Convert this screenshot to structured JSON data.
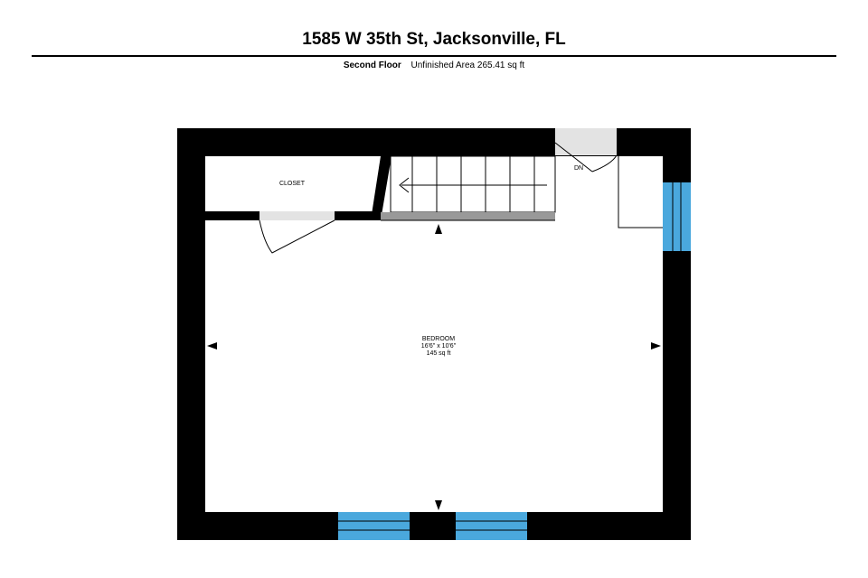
{
  "header": {
    "address": "1585 W 35th St, Jacksonville, FL"
  },
  "subheader": {
    "floor": "Second Floor",
    "area_text": "Unfinished Area 265.41 sq ft"
  },
  "plan": {
    "rooms": {
      "closet": {
        "name": "CLOSET"
      },
      "bedroom": {
        "name": "BEDROOM",
        "dimensions": "16'6\" x 10'6\"",
        "area": "145 sq ft"
      }
    },
    "stairs_label": "DN",
    "colors": {
      "wall": "#000000",
      "window": "#4aa8dd",
      "door_swing": "#e0e0e0",
      "stair_landing": "#999999"
    }
  }
}
